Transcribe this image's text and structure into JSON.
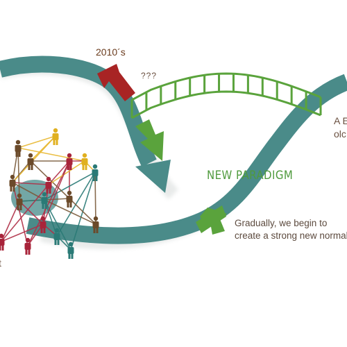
{
  "labels": {
    "year": "2010´s",
    "question": "???",
    "new_paradigm": "NEW PARADIGM",
    "gradual_text": "Gradually, we begin to create a strong new normal",
    "right_cut_line1": "A E",
    "right_cut_line2": "olc",
    "left_cut": "t"
  },
  "colors": {
    "band": "#4a8b89",
    "band_shadow": "#d9dedc",
    "red_arrow": "#a82424",
    "green": "#5aa33c",
    "bridge": "#5aa33c",
    "person_gold": "#e0b020",
    "person_brown": "#6b4a2a",
    "person_red": "#a8243a",
    "person_teal": "#2a7a76",
    "line_gold": "#e8b830",
    "line_brown": "#7a5a3a",
    "line_red": "#b03048",
    "line_teal": "#2a7a76"
  },
  "icons": [
    "red-arrow-icon",
    "green-arrow-icon",
    "bridge-icon",
    "person-icon"
  ]
}
